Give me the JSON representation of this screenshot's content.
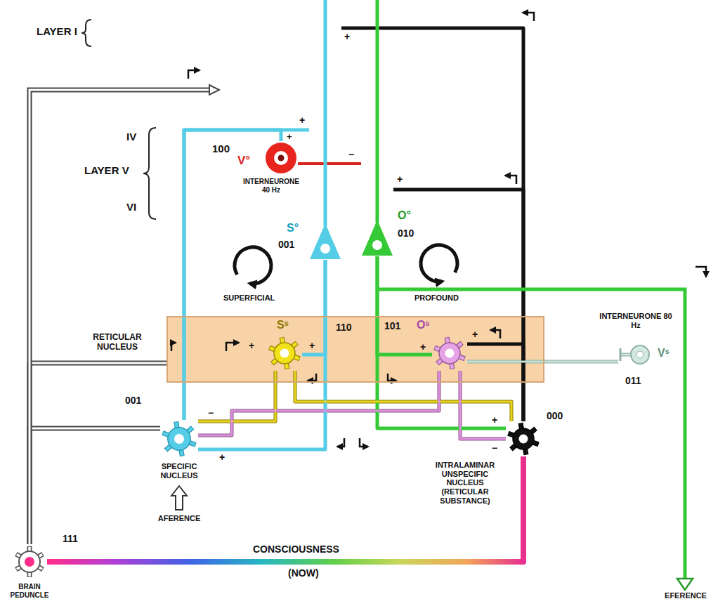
{
  "diagram": {
    "nodes": [
      {
        "text": [
          "RETICULAR NUCLEUS"
        ]
      },
      {
        "text": [
          "100",
          "V°",
          "INTERNEURONE 40 Hz"
        ]
      },
      {
        "text": [
          "S°",
          "001"
        ]
      },
      {
        "text": [
          "O°",
          "010"
        ]
      },
      {
        "text": [
          "Sˢ",
          "110"
        ],
        "in": 0
      },
      {
        "text": [
          "101",
          "Oˢ"
        ],
        "in": 0
      },
      {
        "text": [
          "INTERNEURONE 80 Hz",
          "Vˢ",
          "011"
        ]
      },
      {
        "text": [
          "001",
          "SPECIFIC NUCLEUS"
        ]
      },
      {
        "text": [
          "000",
          "INTRALAMINAR UNSPECIFIC NUCLEUS (RETICULAR SUBSTANCE)"
        ]
      },
      {
        "text": [
          "111",
          "BRAIN PEDUNCLE"
        ]
      }
    ],
    "edges": [
      {
        "from": 7,
        "to": 1,
        "arrow": "none"
      },
      {
        "from": 7,
        "to": 2,
        "arrow": "none"
      },
      {
        "from": 2,
        "to": 7,
        "arrow": "none"
      },
      {
        "from": 2,
        "to": 4,
        "arrow": "none"
      },
      {
        "from": 1,
        "to": 3,
        "arrow": "none"
      },
      {
        "from": 3,
        "to": 8,
        "arrow": "none"
      },
      {
        "from": 3,
        "to": 5,
        "arrow": "none"
      },
      {
        "from": 8,
        "to": 2,
        "arrow": "none"
      },
      {
        "from": 8,
        "to": 3,
        "arrow": "none"
      },
      {
        "from": 8,
        "to": 5,
        "arrow": "none"
      },
      {
        "from": 4,
        "to": 7,
        "arrow": "none"
      },
      {
        "from": 4,
        "to": 8,
        "arrow": "none"
      },
      {
        "from": 5,
        "to": 7,
        "arrow": "none"
      },
      {
        "from": 5,
        "to": 8,
        "arrow": "none"
      },
      {
        "from": 6,
        "to": 5,
        "arrow": "none"
      },
      {
        "from": 9,
        "to": 8,
        "label": "CONSCIOUSNESS",
        "arrow": "none"
      },
      {
        "from": 9,
        "to": 0,
        "arrow": "none"
      },
      {
        "from": 9,
        "to": 7,
        "arrow": "none"
      }
    ],
    "labels": [
      "LAYER I",
      "IV",
      "LAYER V",
      "VI",
      "+",
      "+",
      "+",
      "−",
      "+",
      "SUPERFICIAL",
      "PROFOUND",
      "+",
      "+",
      "+",
      "+",
      "−",
      "+",
      "+",
      "−",
      "AFERENCE",
      "EFERENCE",
      "(NOW)"
    ]
  }
}
